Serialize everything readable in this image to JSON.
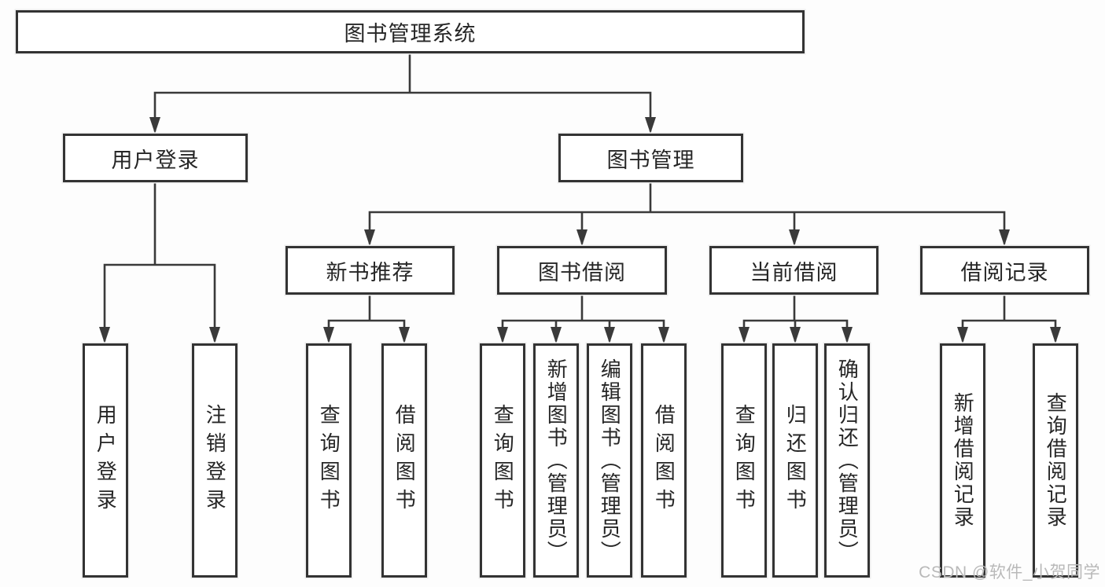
{
  "diagram_title": "图书管理系统",
  "tree": {
    "root": {
      "label": "图书管理系统",
      "children": [
        {
          "label": "用户登录",
          "children": [
            {
              "label": "用户登录"
            },
            {
              "label": "注销登录"
            }
          ]
        },
        {
          "label": "图书管理",
          "children": [
            {
              "label": "新书推荐",
              "children": [
                {
                  "label": "查询图书"
                },
                {
                  "label": "借阅图书"
                }
              ]
            },
            {
              "label": "图书借阅",
              "children": [
                {
                  "label": "查询图书"
                },
                {
                  "label": "新增图书（管理员）"
                },
                {
                  "label": "编辑图书（管理员）"
                },
                {
                  "label": "借阅图书"
                }
              ]
            },
            {
              "label": "当前借阅",
              "children": [
                {
                  "label": "查询图书"
                },
                {
                  "label": "归还图书"
                },
                {
                  "label": "确认归还（管理员）"
                }
              ]
            },
            {
              "label": "借阅记录",
              "children": [
                {
                  "label": "新增借阅记录"
                },
                {
                  "label": "查询借阅记录"
                }
              ]
            }
          ]
        }
      ]
    }
  },
  "watermark": "CSDN @软件_小贺同学",
  "colors": {
    "line": "#3a3a3a",
    "box_border": "#333333",
    "box_fill": "#ffffff",
    "text": "#262626",
    "background": "#fdfdfd",
    "watermark": "#b9b9b9"
  }
}
